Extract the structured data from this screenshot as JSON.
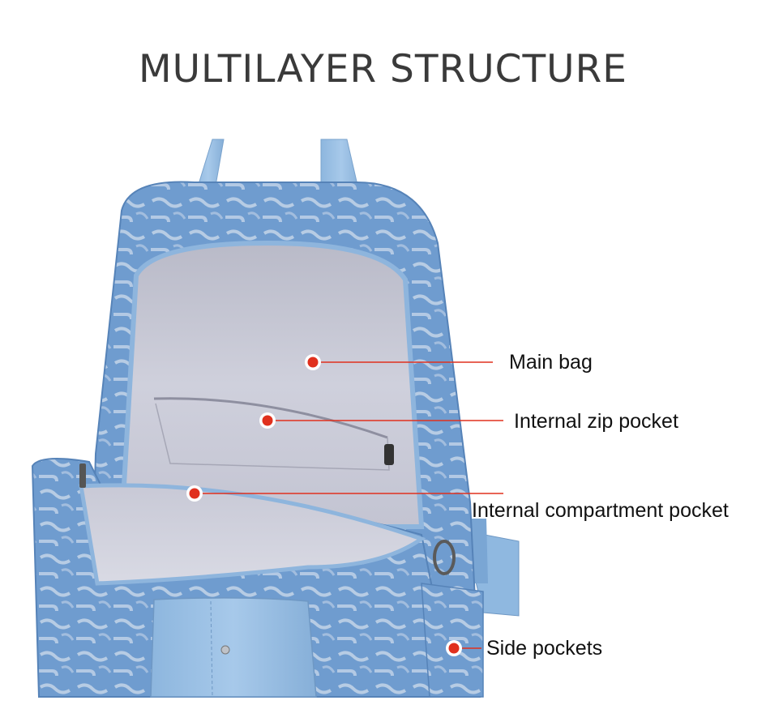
{
  "title": "MULTILAYER STRUCTURE",
  "callouts": {
    "main_bag": "Main bag",
    "internal_zip_pocket": "Internal zip pocket",
    "internal_compartment_pocket": "Internal compartment pocket",
    "side_pockets": "Side pockets"
  },
  "colors": {
    "denim": "#6f9ccf",
    "denim_dark": "#5683b8",
    "pattern": "#c9d8ea",
    "lining": "#c8c9d6",
    "leather": "#9cc2e6",
    "marker": "#e0301e",
    "title_text": "#3a3a3a"
  }
}
